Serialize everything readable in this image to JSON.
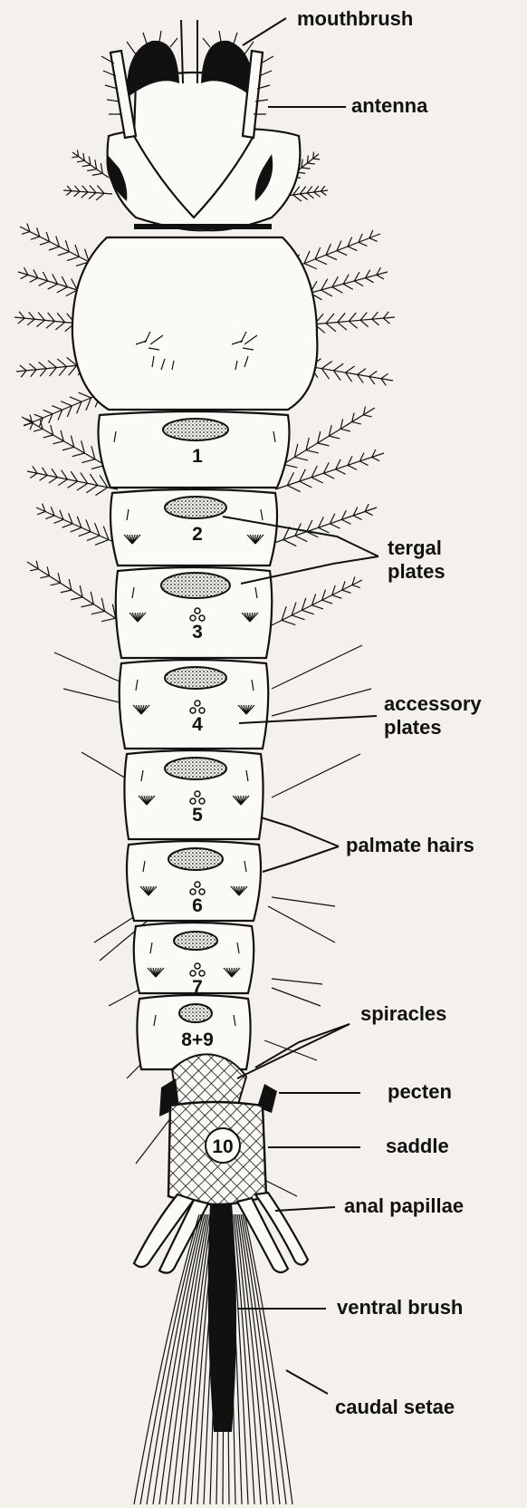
{
  "labels": {
    "mouthbrush": "mouthbrush",
    "antenna": "antenna",
    "tergal_plates_1": "tergal",
    "tergal_plates_2": "plates",
    "accessory_plates_1": "accessory",
    "accessory_plates_2": "plates",
    "palmate_hairs": "palmate  hairs",
    "spiracles": "spiracles",
    "pecten": "pecten",
    "saddle": "saddle",
    "anal_papillae": "anal  papillae",
    "ventral_brush": "ventral  brush",
    "caudal_setae": "caudal  setae"
  },
  "segments": [
    "1",
    "2",
    "3",
    "4",
    "5",
    "6",
    "7",
    "8+9",
    "10"
  ],
  "colors": {
    "ink": "#111111",
    "paper": "#f4f1ec",
    "body": "#fbfaf7"
  }
}
